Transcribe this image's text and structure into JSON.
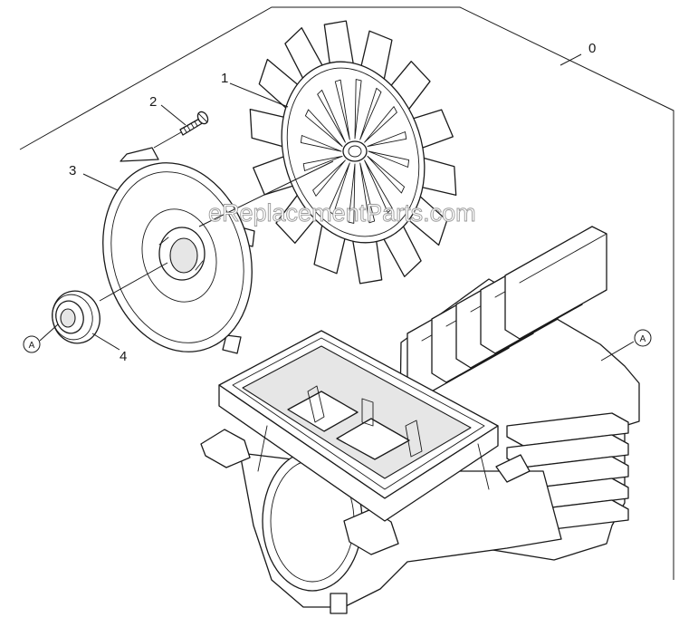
{
  "diagram": {
    "callouts": {
      "assembly": "0",
      "fan": "1",
      "screw": "2",
      "cover": "3",
      "bearing": "4"
    },
    "reference_marks": {
      "left": "A",
      "right": "A"
    },
    "watermark": "eReplacementParts.com"
  }
}
